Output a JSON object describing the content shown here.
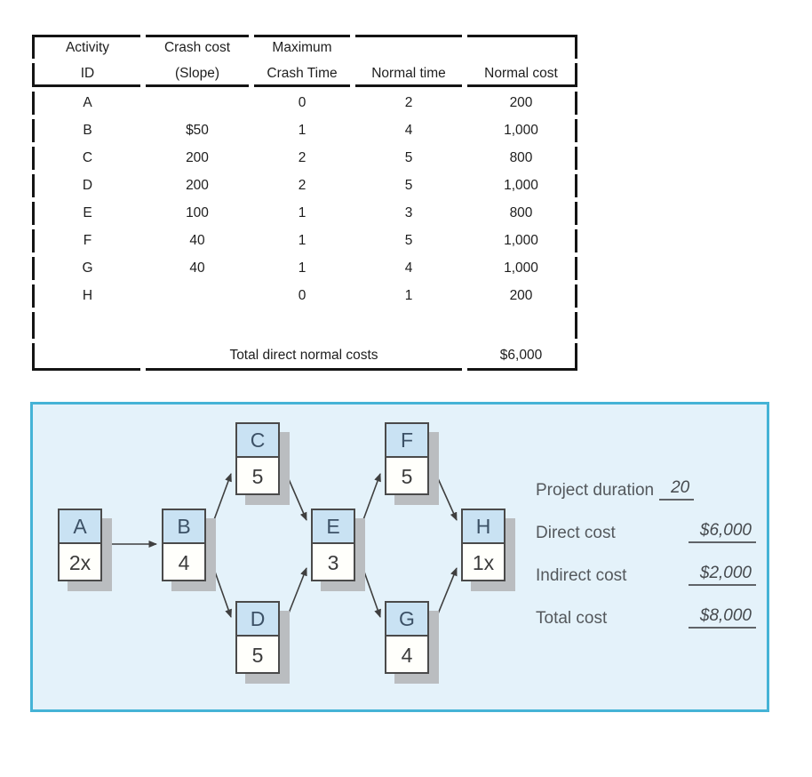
{
  "table": {
    "header_row1": [
      "Activity",
      "Crash cost",
      "Maximum",
      "",
      ""
    ],
    "header_row2": [
      "ID",
      "(Slope)",
      "Crash Time",
      "Normal time",
      "Normal cost"
    ],
    "rows": [
      [
        "A",
        "",
        "0",
        "2",
        "200"
      ],
      [
        "B",
        "$50",
        "1",
        "4",
        "1,000"
      ],
      [
        "C",
        "200",
        "2",
        "5",
        "800"
      ],
      [
        "D",
        "200",
        "2",
        "5",
        "1,000"
      ],
      [
        "E",
        "100",
        "1",
        "3",
        "800"
      ],
      [
        "F",
        "40",
        "1",
        "5",
        "1,000"
      ],
      [
        "G",
        "40",
        "1",
        "4",
        "1,000"
      ],
      [
        "H",
        "",
        "0",
        "1",
        "200"
      ]
    ],
    "total_label": "Total direct normal costs",
    "total_value": "$6,000"
  },
  "diagram": {
    "nodes": [
      {
        "id": "A",
        "value": "2x"
      },
      {
        "id": "B",
        "value": "4"
      },
      {
        "id": "C",
        "value": "5"
      },
      {
        "id": "D",
        "value": "5"
      },
      {
        "id": "E",
        "value": "3"
      },
      {
        "id": "F",
        "value": "5"
      },
      {
        "id": "G",
        "value": "4"
      },
      {
        "id": "H",
        "value": "1x"
      }
    ],
    "edges": [
      [
        "A",
        "B"
      ],
      [
        "B",
        "C"
      ],
      [
        "B",
        "D"
      ],
      [
        "C",
        "E"
      ],
      [
        "D",
        "E"
      ],
      [
        "E",
        "F"
      ],
      [
        "E",
        "G"
      ],
      [
        "F",
        "H"
      ],
      [
        "G",
        "H"
      ]
    ],
    "summary": [
      {
        "label": "Project duration",
        "value": "20"
      },
      {
        "label": "Direct cost",
        "value": "$6,000"
      },
      {
        "label": "Indirect cost",
        "value": "$2,000"
      },
      {
        "label": "Total cost",
        "value": "$8,000"
      }
    ],
    "colors": {
      "box_border": "#45b3d6",
      "box_background": "#e4f2fa",
      "node_header": "#c9e2f3",
      "node_body": "#fffffb",
      "node_border": "#4a4a4a",
      "node_shadow": "#babdc0"
    }
  }
}
